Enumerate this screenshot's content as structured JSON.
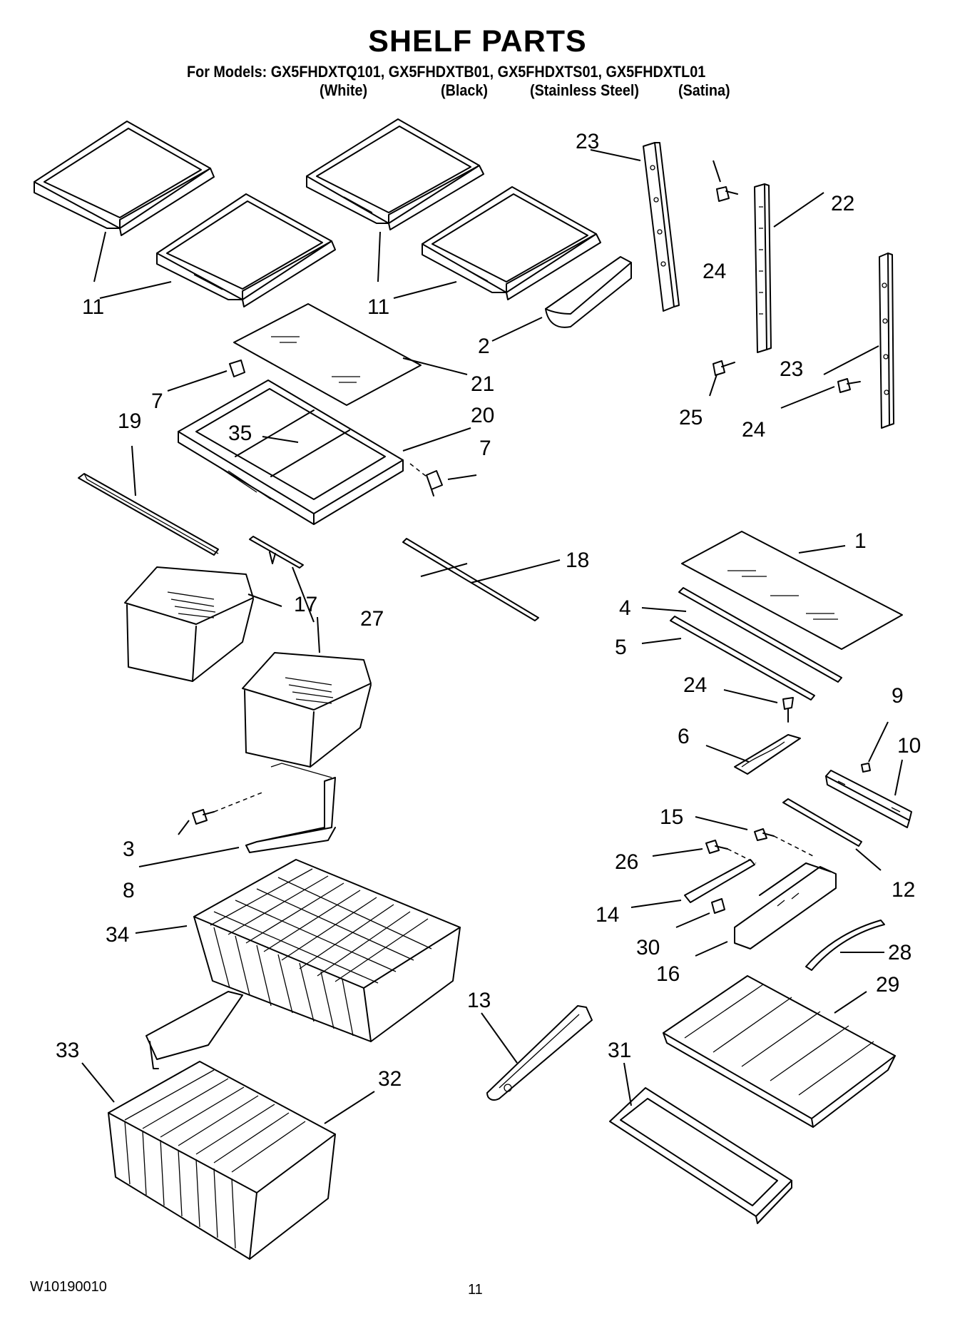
{
  "header": {
    "title": "SHELF PARTS",
    "models_line": "For Models: GX5FHDXTQ101, GX5FHDXTB01, GX5FHDXTS01, GX5FHDXTL01",
    "variants": [
      "(White)",
      "(Black)",
      "(Stainless Steel)",
      "(Satina)"
    ]
  },
  "callouts": {
    "c11a": "11",
    "c11b": "11",
    "c23a": "23",
    "c24a": "24",
    "c22": "22",
    "c2": "2",
    "c21": "21",
    "c7a": "7",
    "c19": "19",
    "c35": "35",
    "c20": "20",
    "c7b": "7",
    "c25": "25",
    "c23b": "23",
    "c24b": "24",
    "c18": "18",
    "c1": "1",
    "c17": "17",
    "c27": "27",
    "c4": "4",
    "c5": "5",
    "c24c": "24",
    "c9": "9",
    "c6": "6",
    "c10": "10",
    "c15": "15",
    "c3": "3",
    "c26": "26",
    "c12": "12",
    "c8": "8",
    "c14": "14",
    "c34": "34",
    "c30": "30",
    "c28": "28",
    "c16": "16",
    "c29": "29",
    "c13": "13",
    "c31": "31",
    "c33": "33",
    "c32": "32"
  },
  "footer": {
    "doc_number": "W10190010",
    "page_number": "11"
  }
}
